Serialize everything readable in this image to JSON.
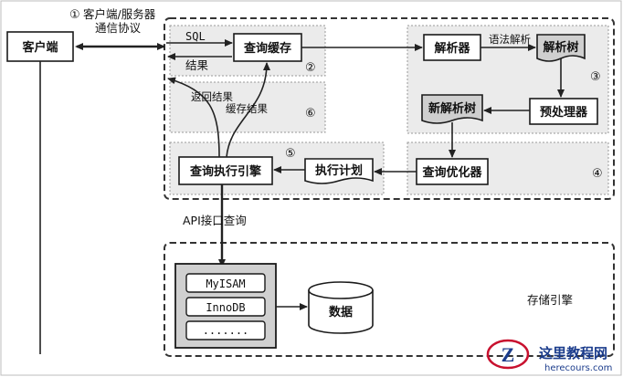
{
  "labels": {
    "client": "客户端",
    "protocol_num": "①",
    "protocol_line1": "客户端/服务器",
    "protocol_line2": "通信协议",
    "sql": "SQL",
    "result": "结果",
    "query_cache": "查询缓存",
    "step2": "②",
    "parser": "解析器",
    "syntax_parse": "语法解析",
    "parse_tree": "解析树",
    "step3": "③",
    "preprocessor": "预处理器",
    "new_parse_tree": "新解析树",
    "return_result": "返回结果",
    "cache_result": "缓存结果",
    "step6": "⑥",
    "optimizer": "查询优化器",
    "step4": "④",
    "exec_plan": "执行计划",
    "step5": "⑤",
    "exec_engine": "查询执行引擎",
    "api_query": "API接口查询",
    "storage_engine": "存储引擎",
    "engine_myisam": "MyISAM",
    "engine_innodb": "InnoDB",
    "engine_more": ".......",
    "data": "数据",
    "wm_cn": "这里教程网",
    "wm_url": "herecours.com"
  },
  "colors": {
    "zone_fill": "#ebebeb",
    "doc_fill": "#cfcfcf",
    "line": "#222222",
    "watermark_red": "#c8102e",
    "watermark_blue": "#1b3c8c"
  }
}
